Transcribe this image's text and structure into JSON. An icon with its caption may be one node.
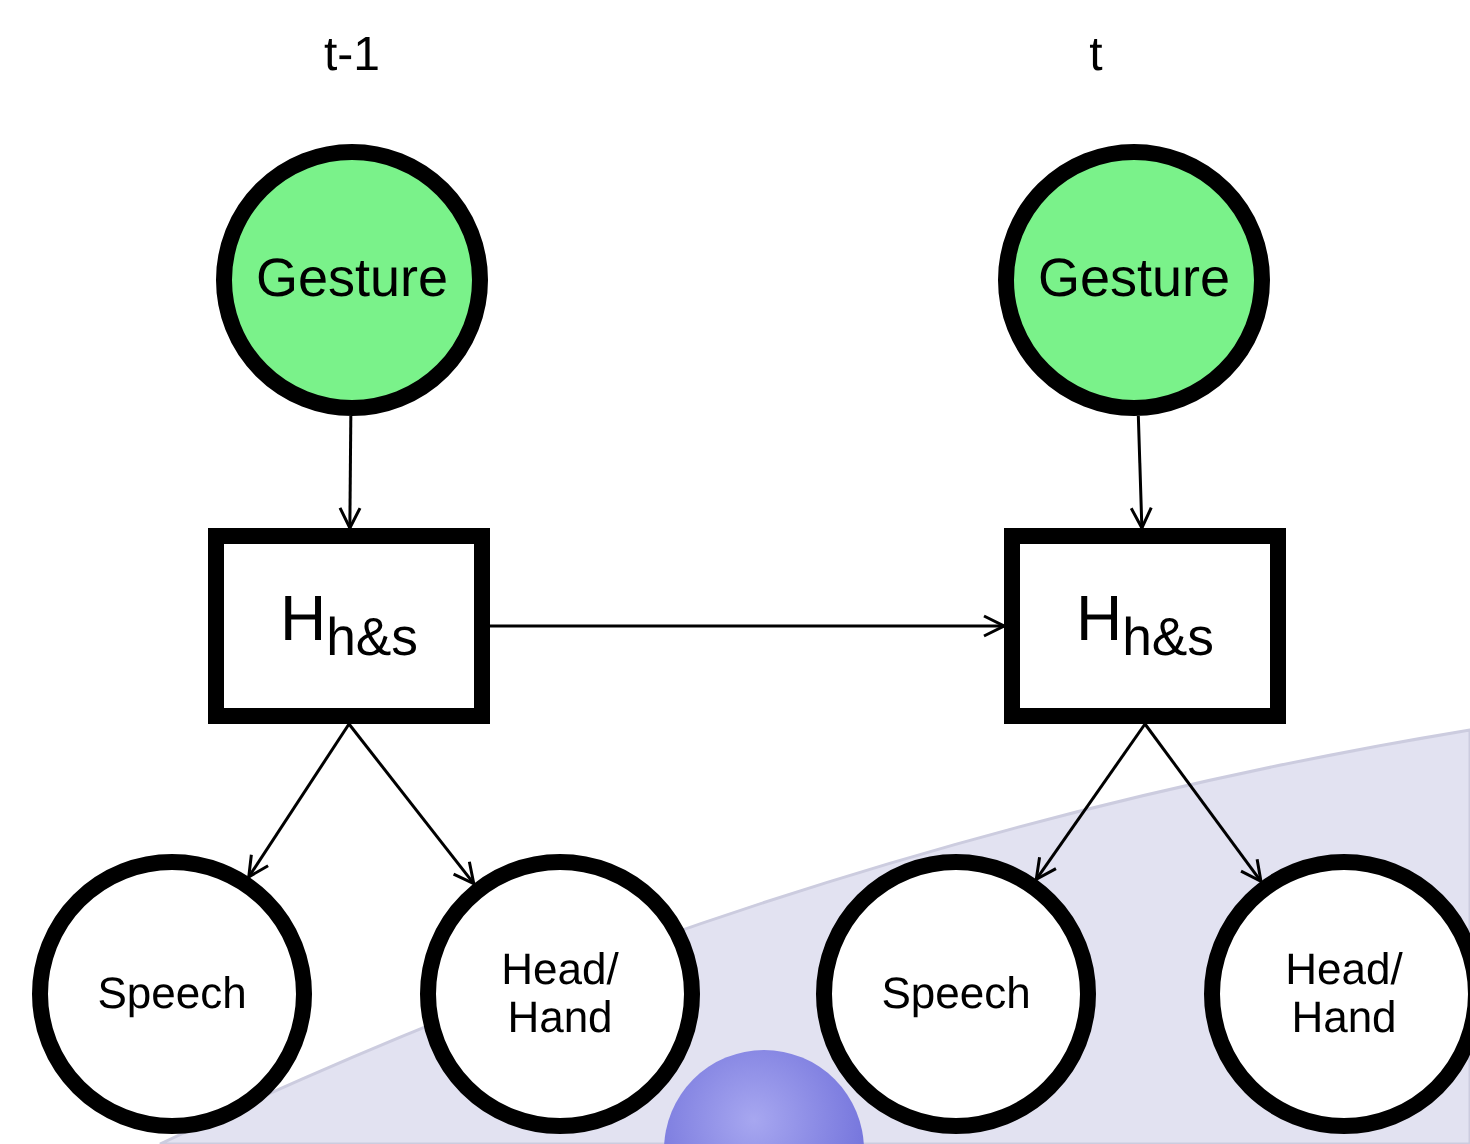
{
  "diagram": {
    "nodes": [
      {
        "text": [
          "Gesture"
        ]
      },
      {
        "text": [
          "Gesture"
        ]
      },
      {
        "text": [
          "H$_{h&s}$"
        ]
      },
      {
        "text": [
          "H$_{h&s}$"
        ]
      },
      {
        "text": [
          "Speech"
        ]
      },
      {
        "text": [
          "Head/ Hand"
        ]
      },
      {
        "text": [
          "Speech"
        ]
      },
      {
        "text": [
          "Head/ Hand"
        ]
      }
    ],
    "edges": [
      {
        "from": 0,
        "to": 2,
        "arrow": "to"
      },
      {
        "from": 1,
        "to": 3,
        "arrow": "to"
      },
      {
        "from": 2,
        "to": 3,
        "arrow": "to"
      },
      {
        "from": 2,
        "to": 4,
        "arrow": "to"
      },
      {
        "from": 2,
        "to": 5,
        "arrow": "to"
      },
      {
        "from": 3,
        "to": 6,
        "arrow": "to"
      },
      {
        "from": 3,
        "to": 7,
        "arrow": "to"
      }
    ],
    "labels": [
      "t-1",
      "t"
    ]
  }
}
